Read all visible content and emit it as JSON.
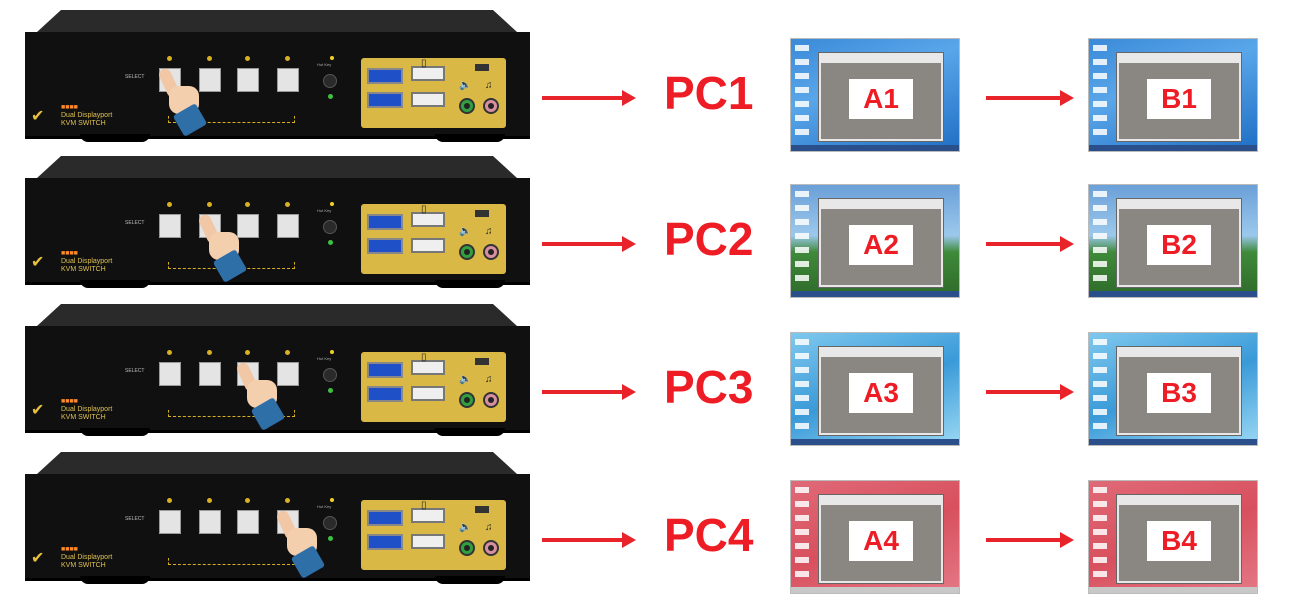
{
  "device": {
    "select_label": "SELECT",
    "hotkey_label": "Hot Key",
    "brand_lines": [
      "Dual Displayport",
      "KVM SWITCH"
    ]
  },
  "arrow_color": "#e8242a",
  "label_color": "#ee1c24",
  "rows": [
    {
      "pc": "PC1",
      "screen_a": "A1",
      "screen_b": "B1",
      "active_button": 1,
      "wallpaper": "blue"
    },
    {
      "pc": "PC2",
      "screen_a": "A2",
      "screen_b": "B2",
      "active_button": 2,
      "wallpaper": "landscape"
    },
    {
      "pc": "PC3",
      "screen_a": "A3",
      "screen_b": "B3",
      "active_button": 3,
      "wallpaper": "light-blue"
    },
    {
      "pc": "PC4",
      "screen_a": "A4",
      "screen_b": "B4",
      "active_button": 4,
      "wallpaper": "pink"
    }
  ]
}
